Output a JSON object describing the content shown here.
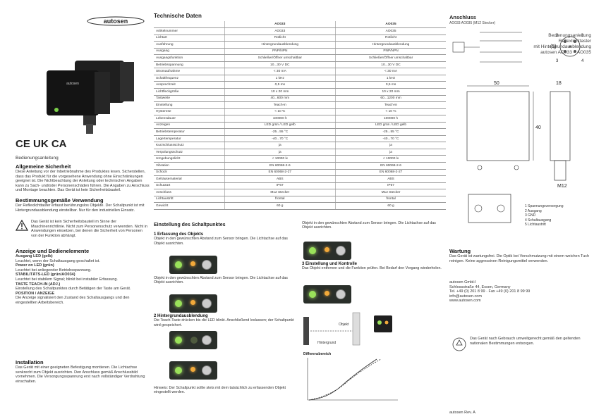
{
  "header": {
    "brand": "autosen",
    "subtitle_lines": [
      "Bedienungsanleitung",
      "Reflexlichttaster",
      "mit Hintergrundausblendung",
      "autosen AO033 – AO035"
    ]
  },
  "certifications": {
    "marks": "CE UK CA",
    "label": "Bedienungsanleitung"
  },
  "left": {
    "safety_title": "Allgemeine Sicherheit",
    "safety_text": "Diese Anleitung vor der Inbetriebnahme des Produktes lesen. Sicherstellen, dass das Produkt für die vorgesehene Anwendung ohne Einschränkungen geeignet ist. Die Nichtbeachtung der Anleitung oder technischen Angaben kann zu Sach- und/oder Personenschäden führen. Die Angaben zu Anschluss und Montage beachten. Das Gerät ist kein Sicherheitsbauteil.",
    "intended_title": "Bestimmungsgemäße Verwendung",
    "intended_text": "Der Reflexlichttaster erfasst berührungslos Objekte. Der Schaltpunkt ist mit Hintergrundausblendung einstellbar. Nur für den industriellen Einsatz.",
    "warn_text": "Das Gerät ist kein Sicherheitsbauteil im Sinne der Maschinenrichtlinie. Nicht zum Personenschutz verwenden. Nicht in Anwendungen einsetzen, bei denen die Sicherheit von Personen von der Funktion abhängt.",
    "display_title": "Anzeige und Bedienelemente",
    "display_items": [
      {
        "label": "Ausgang LED (gelb)",
        "text": "Leuchtet, wenn der Schaltausgang geschaltet ist."
      },
      {
        "label": "Power on LED (grün)",
        "text": "Leuchtet bei anliegender Betriebsspannung."
      },
      {
        "label": "STABILITÄTS-LED (grün/AO034)",
        "text": "Leuchtet bei stabilem Signal; blinkt bei instabiler Erfassung."
      },
      {
        "label": "TASTE TEACH-IN (ADJ.)",
        "text": "Einstellung des Schaltpunktes durch Betätigen der Taste am Gerät."
      },
      {
        "label": "POSITION / ANZEIGE",
        "text": "Die Anzeige signalisiert den Zustand des Schaltausgangs und den eingestellten Arbeitsbereich."
      }
    ],
    "install_title": "Installation",
    "install_text": "Das Gerät mit einer geeigneten Befestigung montieren. Die Lichtachse senkrecht zum Objekt ausrichten. Den Anschluss gemäß Anschlussbild vornehmen. Die Versorgungsspannung erst nach vollständiger Verdrahtung einschalten."
  },
  "spec": {
    "title": "Technische Daten",
    "columns": [
      "",
      "AO033",
      "AO035"
    ],
    "rows": [
      [
        "Artikelnummer",
        "AO033",
        "AO035"
      ],
      [
        "Lichtart",
        "Rotlicht",
        "Rotlicht"
      ],
      [
        "Ausführung",
        "Hintergrundausblendung",
        "Hintergrundausblendung"
      ],
      [
        "Ausgang",
        "PNP/NPN",
        "PNP/NPN"
      ],
      [
        "Ausgangsfunktion",
        "Schließer/Öffner umschaltbar",
        "Schließer/Öffner umschaltbar"
      ],
      [
        "Betriebsspannung",
        "10...30 V DC",
        "10...30 V DC"
      ],
      [
        "Stromaufnahme",
        "< 30 mA",
        "< 30 mA"
      ],
      [
        "Schaltfrequenz",
        "1 kHz",
        "1 kHz"
      ],
      [
        "Ansprechzeit",
        "0,5 ms",
        "0,5 ms"
      ],
      [
        "Lichtfleckgröße",
        "10 x 20 mm",
        "10 x 20 mm"
      ],
      [
        "Tastweite",
        "40...600 mm",
        "60...1200 mm"
      ],
      [
        "Einstellung",
        "Teach-in",
        "Teach-in"
      ],
      [
        "Hysterese",
        "< 10 %",
        "< 10 %"
      ],
      [
        "Lebensdauer",
        "100000 h",
        "100000 h"
      ],
      [
        "Anzeigen",
        "LED grün / LED gelb",
        "LED grün / LED gelb"
      ],
      [
        "Betriebstemperatur",
        "-25...55 °C",
        "-25...55 °C"
      ],
      [
        "Lagertemperatur",
        "-40...70 °C",
        "-40...70 °C"
      ],
      [
        "Kurzschlussschutz",
        "ja",
        "ja"
      ],
      [
        "Verpolungsschutz",
        "ja",
        "ja"
      ],
      [
        "Umgebungslicht",
        "< 10000 lx",
        "< 10000 lx"
      ],
      [
        "Vibration",
        "EN 60068-2-6",
        "EN 60068-2-6"
      ],
      [
        "Schock",
        "EN 60068-2-27",
        "EN 60068-2-27"
      ],
      [
        "Gehäusematerial",
        "ABS",
        "ABS"
      ],
      [
        "Schutzart",
        "IP67",
        "IP67"
      ],
      [
        "Anschluss",
        "M12 Stecker",
        "M12 Stecker"
      ],
      [
        "Lichtaustritt",
        "frontal",
        "frontal"
      ],
      [
        "Gewicht",
        "60 g",
        "60 g"
      ]
    ]
  },
  "adjust": {
    "title": "Einstellung des Schaltpunktes",
    "steps": [
      {
        "title": "1  Erfassung des Objekts",
        "text": "Objekt in den gewünschten Abstand zum Sensor bringen. Die Lichtachse auf das Objekt ausrichten."
      },
      {
        "title": "2  Hintergrundausblendung",
        "text": "Die Teach-Taste drücken bis die LED blinkt. Anschließend loslassen; der Schaltpunkt wird gespeichert."
      },
      {
        "title": "3  Einstellung und Kontrolle",
        "text": "Das Objekt entfernen und die Funktion prüfen. Bei Bedarf den Vorgang wiederholen."
      }
    ],
    "note": "Hinweis: Der Schaltpunkt sollte stets mit dem tatsächlich zu erfassenden Objekt eingestellt werden.",
    "chart_label_obj": "Objekt",
    "chart_label_bg": "Hintergrund",
    "chart_title": "Differenzbereich"
  },
  "right": {
    "connection_title": "Anschluss",
    "connection_sub": "AO033  AO035 (M12 Stecker)",
    "legend": [
      "1  Spannungsversorgung",
      "2  Ausgang",
      "3  GND",
      "4  Schaltausgang",
      "5  Lichtaustritt"
    ],
    "dims": {
      "w": "50",
      "h": "40",
      "d": "18",
      "thread": "M12"
    },
    "wartung_title": "Wartung",
    "wartung_text": "Das Gerät ist wartungsfrei. Die Optik bei Verschmutzung mit einem weichen Tuch reinigen. Keine aggressiven Reinigungsmittel verwenden.",
    "address": [
      "autosen GmbH",
      "Schlossstraße 44, Essen, Germany",
      "Tel. +49 (0) 201 8 99 · Fax +49 (0) 201 8 99 99",
      "info@autosen.com",
      "www.autosen.com"
    ],
    "recycle_text": "Das Gerät nach Gebrauch umweltgerecht gemäß den geltenden nationalen Bestimmungen entsorgen.",
    "footer": "autosen Rev. A"
  },
  "colors": {
    "led_green": "#9ae25a",
    "led_orange": "#f2a93a",
    "device_body": "#2a2f2a"
  }
}
